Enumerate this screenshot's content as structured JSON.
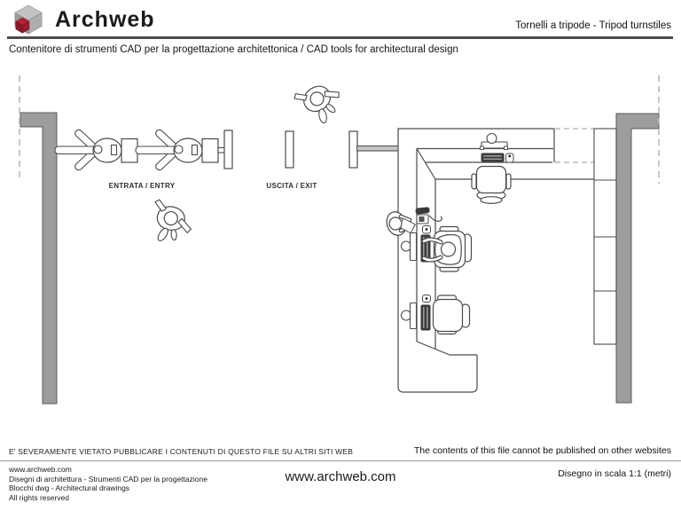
{
  "header": {
    "logo_text": "Archweb",
    "logo_icon": "gray-cube-with-red-cube",
    "page_title": "Tornelli a tripode - Tripod turnstiles",
    "subtitle": "Contenitore di strumenti CAD per la progettazione architettonica  /  CAD tools for architectural design"
  },
  "drawing": {
    "labels": {
      "entry": "ENTRATA / ENTRY",
      "exit": "USCITA / EXIT"
    },
    "elements": [
      "left-wall",
      "right-wall",
      "wall-continuation-dashed-lines",
      "tripod-turnstile-1",
      "tripod-turnstile-2",
      "turnstile-end-plate",
      "exit-gate-post-1",
      "exit-gate-post-2",
      "reception-desk",
      "back-cabinet",
      "workstation-top",
      "workstation-middle",
      "workstation-bottom",
      "office-chair-top",
      "office-chair-middle",
      "office-chair-bottom",
      "telephone",
      "person-entering",
      "person-exiting",
      "person-at-counter",
      "person-seated-operator"
    ],
    "scale_hint": "plan view, scale 1:1 (metri)"
  },
  "footer": {
    "notice_it": "E' SEVERAMENTE VIETATO PUBBLICARE I CONTENUTI DI QUESTO FILE SU ALTRI SITI WEB",
    "notice_en": "The contents of this file cannot be published on other websites",
    "info_lines": [
      "www.archweb.com",
      "Disegni di architettura - Strumenti CAD  per la progettazione",
      "Blocchi dwg - Architectural drawings",
      "All rights reserved"
    ],
    "site_url": "www.archweb.com",
    "scale_note": "Disegno in scala 1:1 (metri)"
  },
  "colors": {
    "brand_red": "#a31b2b",
    "wall_gray": "#9d9d9d",
    "line_gray": "#4a4a4a",
    "dashed_gray": "#b4b4b4"
  }
}
